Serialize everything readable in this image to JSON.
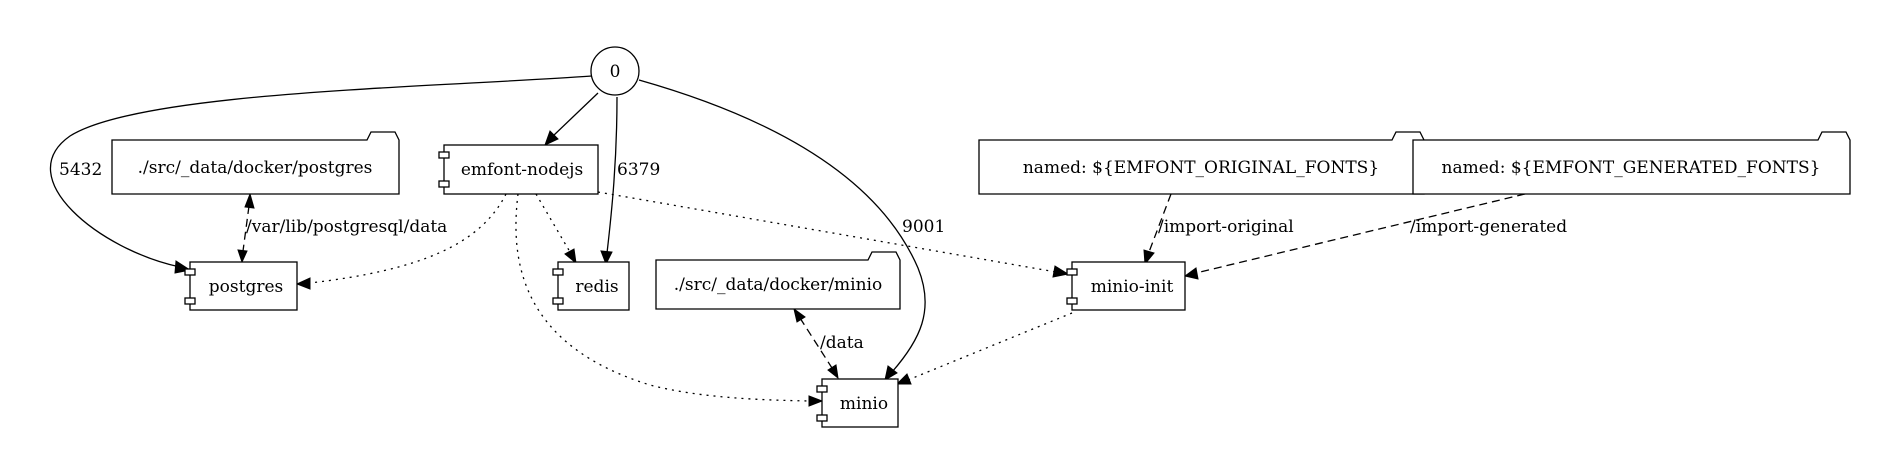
{
  "nodes": {
    "zero": "0",
    "postgres_volume": "./src/_data/docker/postgres",
    "emfont_nodejs": "emfont-nodejs",
    "original_fonts_volume": "named: ${EMFONT_ORIGINAL_FONTS}",
    "generated_fonts_volume": "named: ${EMFONT_GENERATED_FONTS}",
    "postgres": "postgres",
    "redis": "redis",
    "minio_volume": "./src/_data/docker/minio",
    "minio_init": "minio-init",
    "minio": "minio"
  },
  "edges": {
    "port_postgres": "5432",
    "port_redis": "6379",
    "port_minio": "9001",
    "mount_postgres": "/var/lib/postgresql/data",
    "mount_minio": "/data",
    "mount_import_original": "/import-original",
    "mount_import_generated": "/import-generated"
  }
}
